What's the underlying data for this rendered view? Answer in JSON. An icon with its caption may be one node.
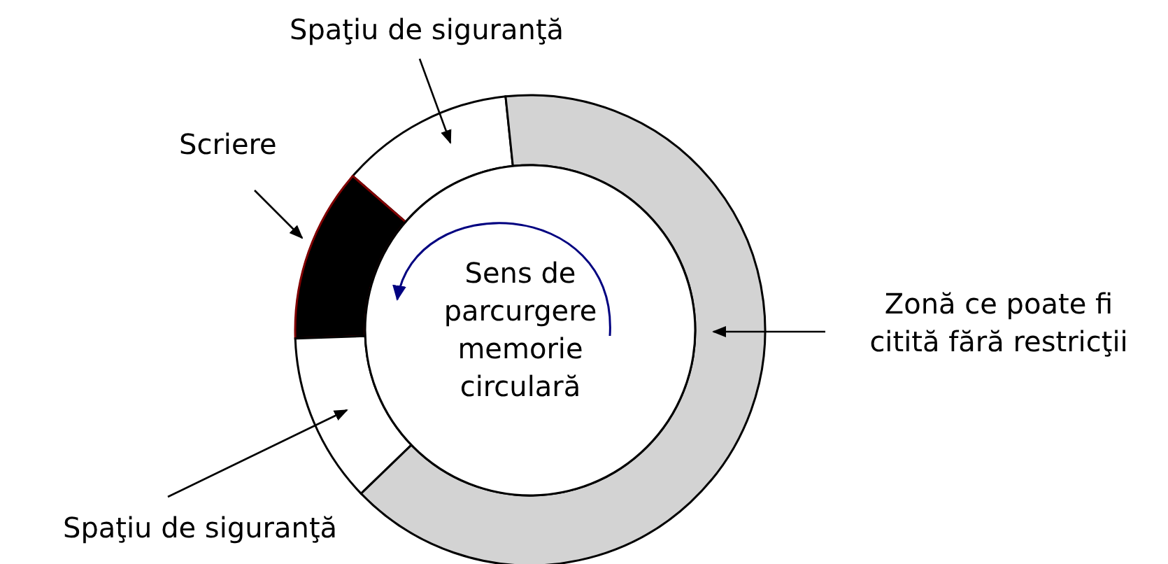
{
  "diagram": {
    "nodes": [
      {
        "text": [
          "Spaţiu de siguranţă"
        ]
      },
      {
        "text": [
          "Scriere"
        ]
      },
      {
        "text": [
          "Sens de parcurgere memorie circulară"
        ]
      },
      {
        "text": [
          "Zonă ce poate fi citită fără restricţii"
        ]
      },
      {
        "text": [
          "Spaţiu de siguranţă"
        ]
      },
      {
        "text": [],
        "shape": "arc"
      },
      {
        "text": [],
        "shape": "arc"
      },
      {
        "text": [],
        "shape": "arc"
      },
      {
        "text": [],
        "shape": "arc"
      }
    ],
    "edges": [
      {
        "from": 0,
        "to": 5,
        "arrow": "to"
      },
      {
        "from": 1,
        "to": 6,
        "arrow": "to"
      },
      {
        "from": 3,
        "to": 8,
        "arrow": "to"
      },
      {
        "from": 4,
        "to": 7,
        "arrow": "to"
      }
    ]
  }
}
